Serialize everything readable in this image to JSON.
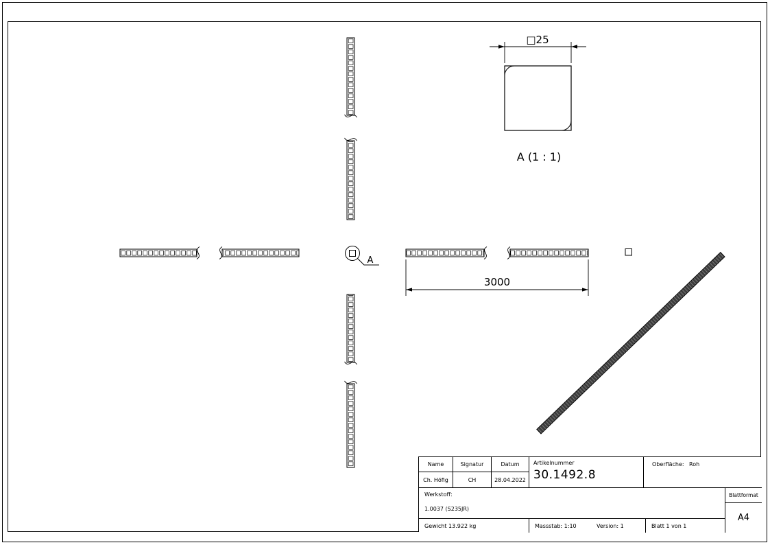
{
  "views": {
    "detail_label": "A (1 : 1)",
    "detail_dim": "□25",
    "length_dim": "3000",
    "callout_label": "A"
  },
  "title_block": {
    "col_name": "Name",
    "col_signature": "Signatur",
    "col_date": "Datum",
    "article_label": "Artikelnummer",
    "surface_label": "Oberfläche:",
    "surface_value": "Roh",
    "name": "Ch. Höfig",
    "signature": "CH",
    "date": "28.04.2022",
    "article_number": "30.1492.8",
    "material_label": "Werkstoff:",
    "material": "1.0037 (S235JR)",
    "weight": "Gewicht 13.922 kg",
    "scale": "Massstab: 1:10",
    "version": "Version: 1",
    "sheet": "Blatt 1 von 1",
    "format_label": "Blattformat",
    "format": "A4"
  }
}
